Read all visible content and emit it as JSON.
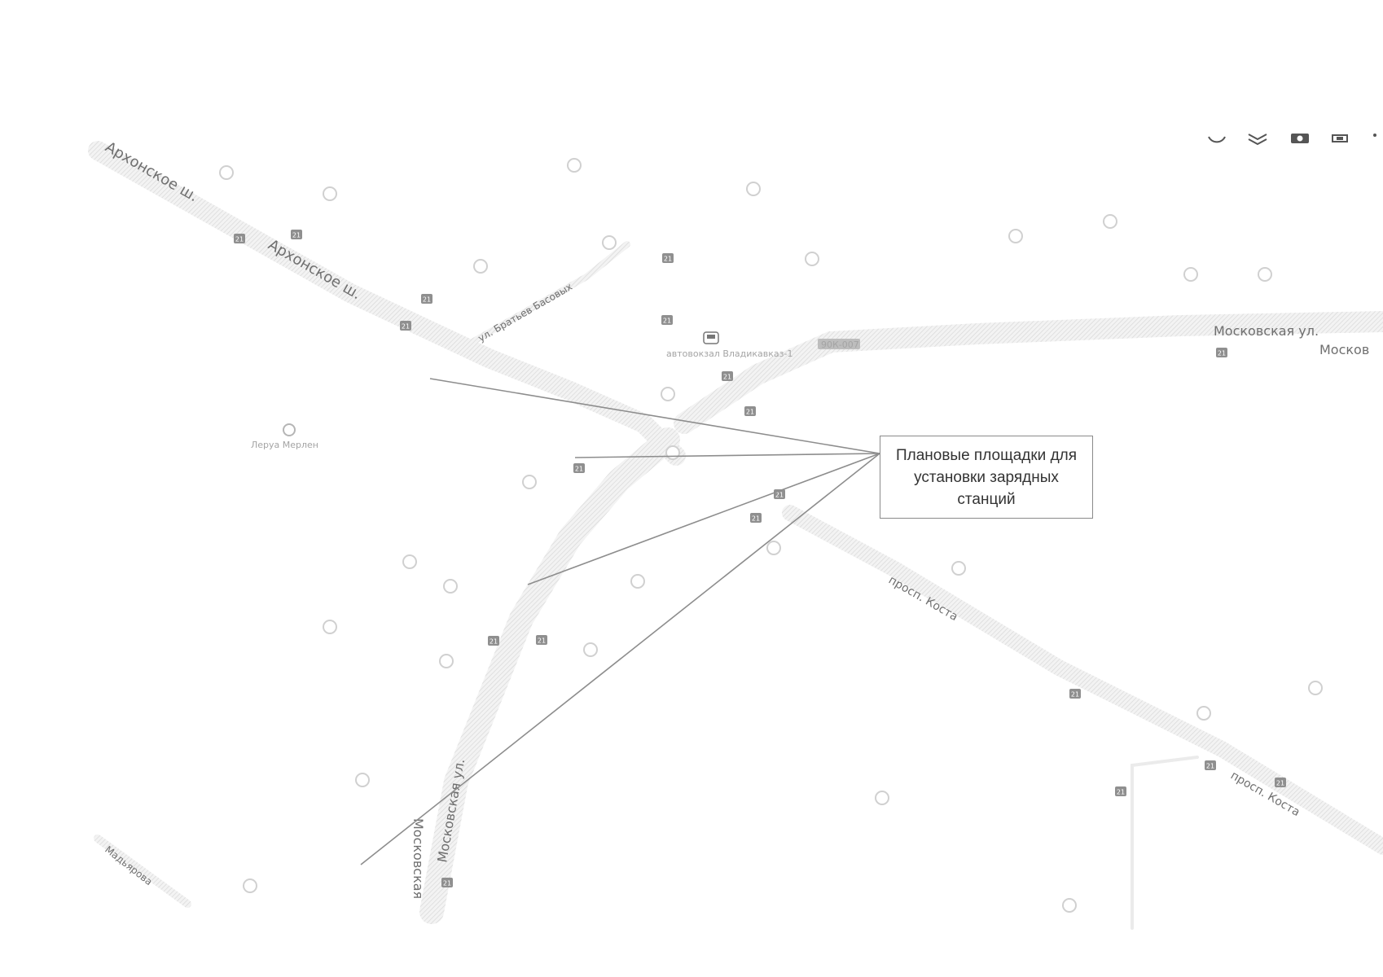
{
  "callout": {
    "text": "Плановые площадки для установки зарядных станций"
  },
  "roads": {
    "arkhonskoe_1": "Архонское ш.",
    "arkhonskoe_2": "Архонское ш.",
    "bratyev_basovykh": "ул. Братьев Басовых",
    "moskovskaya_top_1": "Московская ул.",
    "moskovskaya_top_2": "Москов",
    "kosta_1": "просп. Коста",
    "kosta_2": "просп. Коста",
    "moskovskaya_bottom_1": "Московская ул.",
    "moskovskaya_bottom_2": "Московская",
    "madyarova": "Мадьярова"
  },
  "places": {
    "avtovokzal": "автовокзал Владикавказ-1",
    "leroy": "Леруа Мерлен",
    "road_shield": "90К-007"
  },
  "route_number": "21",
  "colors": {
    "road": "#dedede",
    "road_text": "#6f6f6f",
    "pointer_line": "#8d8d8d",
    "callout_border": "#8a8a8a"
  },
  "icons": [
    "map-pin-icon",
    "bus-stop-icon",
    "route-shield-icon",
    "target-icon",
    "layers-icon",
    "camera-icon",
    "ruler-icon"
  ]
}
